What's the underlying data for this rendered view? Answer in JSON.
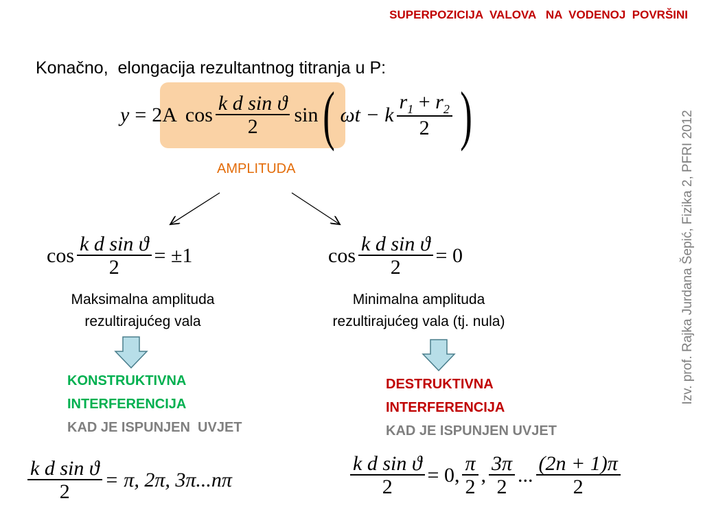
{
  "header": {
    "title": "SUPERPOZICIJA  VALOVA   NA  VODENOJ  POVRŠINI"
  },
  "intro": {
    "text": "Konačno,  elongacija rezultantnog titranja u P:"
  },
  "main_eq": {
    "lhs": "y",
    "equals": "=",
    "coef": "2A",
    "cos": "cos",
    "num": "k d sin ϑ",
    "den": "2",
    "sin": "sin",
    "omega_t": "ωt − k",
    "r_num_a": "r",
    "r_sub_a": "1",
    "r_plus": " + ",
    "r_num_b": "r",
    "r_sub_b": "2",
    "r_den": "2",
    "lparen": "(",
    "rparen": ")"
  },
  "amplitude_label": "AMPLITUDA",
  "left_condition": {
    "cos": "cos",
    "num": "k d sin ϑ",
    "den": "2",
    "rhs": "= ±1",
    "desc_line1": "Maksimalna amplituda",
    "desc_line2": "rezultirajućeg vala",
    "type_line1": "KONSTRUKTIVNA",
    "type_line2": "INTERFERENCIJA",
    "when": "KAD JE ISPUNJEN  UVJET",
    "cond_num": "k d sin ϑ",
    "cond_den": "2",
    "cond_rhs": "= π, 2π, 3π...nπ"
  },
  "right_condition": {
    "cos": "cos",
    "num": "k d sin ϑ",
    "den": "2",
    "rhs": "= 0",
    "desc_line1": "Minimalna amplituda",
    "desc_line2": "rezultirajućeg vala (tj. nula)",
    "type_line1": "DESTRUKTIVNA",
    "type_line2": "INTERFERENCIJA",
    "when": "KAD JE ISPUNJEN UVJET",
    "cond_num": "k d sin ϑ",
    "cond_den": "2",
    "cond_eq0": "= 0,",
    "f1_num": "π",
    "f1_den": "2",
    "sep1": ",",
    "f2_num": "3π",
    "f2_den": "2",
    "dots": "...",
    "f3_num": "(2n + 1)π",
    "f3_den": "2"
  },
  "sidebar": {
    "credit": "Izv. prof. Rajka Jurdana Šepić, Fizika 2, PFRI 2012"
  },
  "colors": {
    "title_red": "#c00000",
    "amplitude_orange": "#e36c09",
    "highlight_fill": "#fad2a5",
    "constructive_green": "#00b050",
    "destructive_red": "#c00000",
    "gray_text": "#7f7f7f",
    "arrow_fill": "#b7dee8"
  },
  "icons": {
    "left_down": "down-arrow-icon",
    "right_down": "down-arrow-icon"
  }
}
